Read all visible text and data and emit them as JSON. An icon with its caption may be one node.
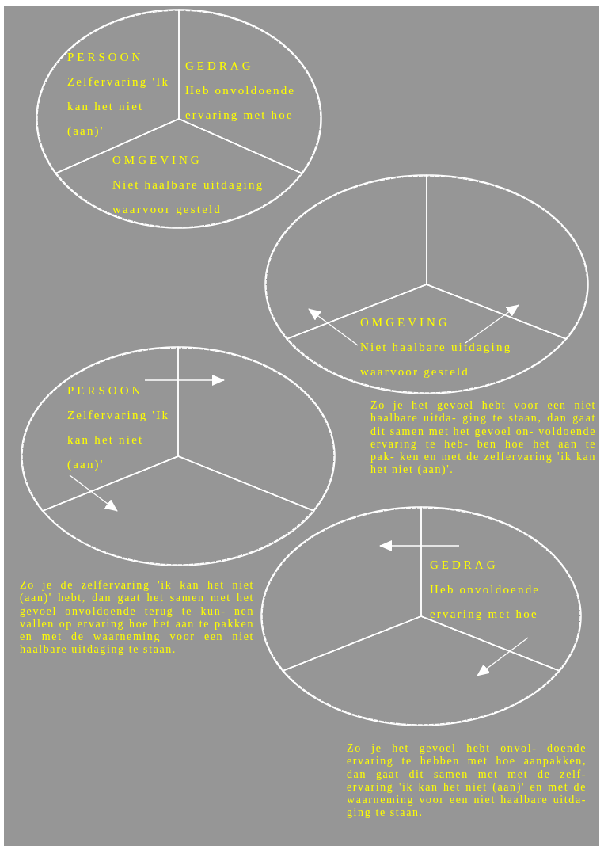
{
  "diagram": {
    "nodes": [
      {
        "text": [],
        "shape": "circle"
      },
      {
        "text": [
          "PERSOON",
          "Zelfervaring 'Ik kan het niet (aan)'"
        ],
        "in": 0
      },
      {
        "text": [
          "GEDRAG",
          "Heb onvoldoende ervaring met hoe"
        ],
        "in": 0
      },
      {
        "text": [
          "OMGEVING",
          "Niet haalbare uitdaging waarvoor gesteld"
        ],
        "in": 0
      },
      {
        "text": [],
        "shape": "circle"
      },
      {
        "text": [],
        "shape": "sector",
        "in": 4
      },
      {
        "text": [],
        "shape": "sector",
        "in": 4
      },
      {
        "text": [
          "OMGEVING",
          "Niet haalbare uitdaging waarvoor gesteld"
        ],
        "in": 4
      },
      {
        "text": [],
        "shape": "circle"
      },
      {
        "text": [
          "PERSOON",
          "Zelfervaring 'Ik kan het niet (aan)'"
        ],
        "in": 8
      },
      {
        "text": [],
        "shape": "sector",
        "in": 8
      },
      {
        "text": [],
        "shape": "sector",
        "in": 8
      },
      {
        "text": [],
        "shape": "circle"
      },
      {
        "text": [],
        "shape": "sector",
        "in": 12
      },
      {
        "text": [
          "GEDRAG",
          "Heb onvoldoende ervaring met hoe"
        ],
        "in": 12
      },
      {
        "text": [],
        "shape": "sector",
        "in": 12
      }
    ],
    "edges": [
      {
        "from": 7,
        "to": 5,
        "arrow": "to"
      },
      {
        "from": 7,
        "to": 6,
        "arrow": "to"
      },
      {
        "from": 9,
        "to": 10,
        "arrow": "to"
      },
      {
        "from": 9,
        "to": 11,
        "arrow": "to"
      },
      {
        "from": 14,
        "to": 13,
        "arrow": "to"
      },
      {
        "from": 14,
        "to": 15,
        "arrow": "to"
      }
    ],
    "labels": [
      "Zo je het gevoel hebt voor een niet haalbare uitda- ging te staan, dan gaat dit samen met het gevoel on- voldoende ervaring te heb- ben hoe het aan te pak- ken en met de zelfervaring 'ik kan het niet (aan)'.",
      "Zo je de zelfervaring 'ik kan het niet (aan)' hebt, dan gaat het samen met het gevoel onvoldoende terug te kun- nen vallen op ervaring hoe het aan te pakken en met de waarneming voor een niet haalbare uitdaging te staan.",
      "Zo je het gevoel hebt onvol- doende ervaring te hebben met hoe aanpakken, dan gaat dit samen met met de zelf- ervaring 'ik kan het niet (aan)' en met de waarneming voor een niet haalbare uitda- ging te staan."
    ]
  }
}
